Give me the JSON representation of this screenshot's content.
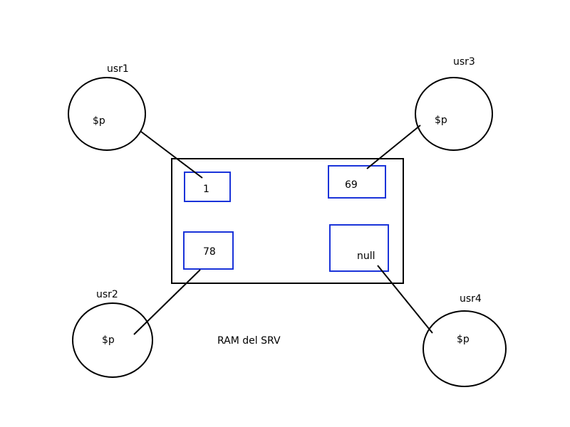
{
  "colors": {
    "line": "#000000",
    "slot_border": "#1a33d9"
  },
  "ram_label": "RAM del SRV",
  "slots": [
    {
      "value": "1"
    },
    {
      "value": "69"
    },
    {
      "value": "78"
    },
    {
      "value": "null"
    }
  ],
  "users": [
    {
      "name": "usr1",
      "var": "$p"
    },
    {
      "name": "usr3",
      "var": "$p"
    },
    {
      "name": "usr2",
      "var": "$p"
    },
    {
      "name": "usr4",
      "var": "$p"
    }
  ]
}
